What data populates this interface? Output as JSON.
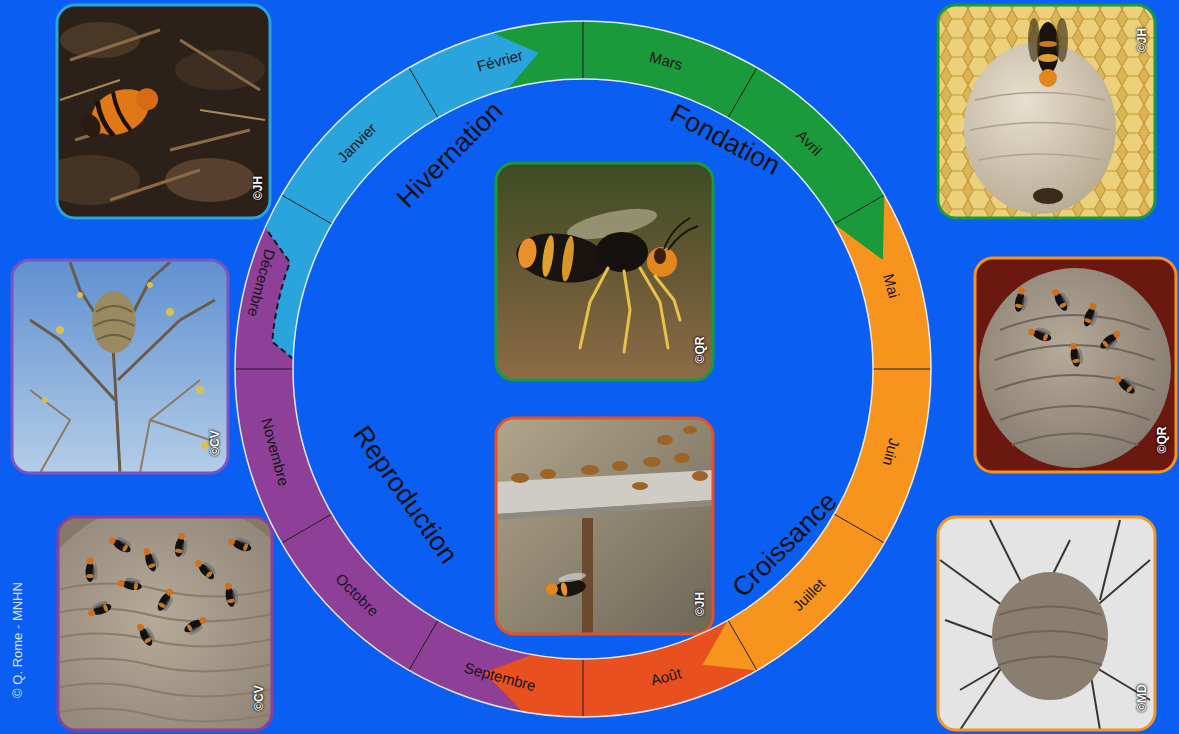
{
  "diagram": {
    "nodes": [
      {
        "text": [
          "Janvier"
        ]
      },
      {
        "text": [
          "Février"
        ]
      },
      {
        "text": [
          "Mars"
        ]
      },
      {
        "text": [
          "Avril"
        ]
      },
      {
        "text": [
          "Mai"
        ]
      },
      {
        "text": [
          "Juin"
        ]
      },
      {
        "text": [
          "Juillet"
        ]
      },
      {
        "text": [
          "Août"
        ]
      },
      {
        "text": [
          "Septembre"
        ]
      },
      {
        "text": [
          "Octobre"
        ]
      },
      {
        "text": [
          "Novembre"
        ]
      },
      {
        "text": [
          "Décembre"
        ]
      }
    ],
    "labels": [
      "Hivernation",
      "Fondation",
      "Croissance",
      "Reproduction",
      "©JH",
      "©CV",
      "©CV",
      "©QR",
      "©JH",
      "©JH",
      "©QR",
      "©MD",
      "© Q. Rome - MNHN"
    ]
  }
}
